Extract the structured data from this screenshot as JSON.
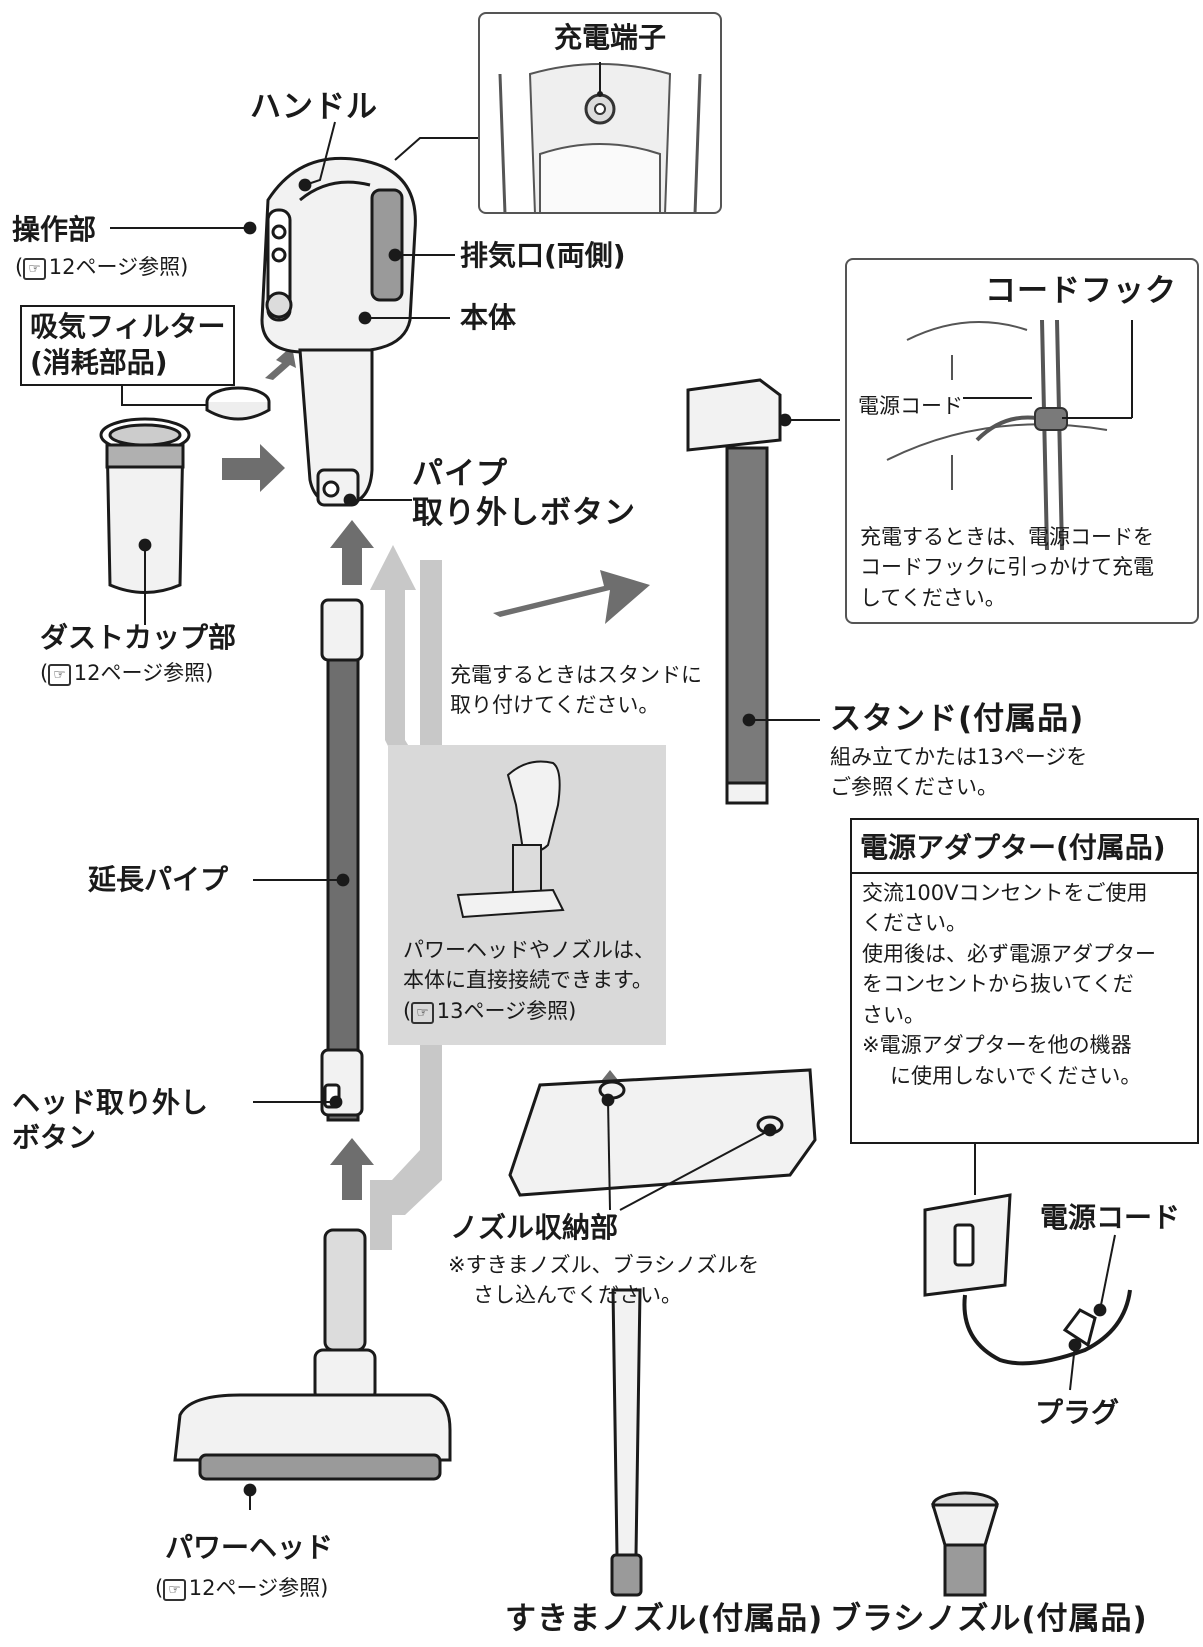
{
  "labels": {
    "charge_terminal": "充電端子",
    "handle": "ハンドル",
    "controls": "操作部",
    "controls_ref": "12ページ参照",
    "exhaust": "排気口(両側)",
    "body": "本体",
    "filter_line1": "吸気フィルター",
    "filter_line2": "(消耗部品)",
    "pipe_release_line1": "パイプ",
    "pipe_release_line2": "取り外しボタン",
    "dust_cup": "ダストカップ部",
    "dust_cup_ref": "12ページ参照",
    "extension_pipe": "延長パイプ",
    "head_release_line1": "ヘッド取り外し",
    "head_release_line2": "ボタン",
    "power_head": "パワーヘッド",
    "power_head_ref": "12ページ参照",
    "crevice_nozzle": "すきまノズル(付属品)",
    "brush_nozzle": "ブラシノズル(付属品)",
    "nozzle_storage": "ノズル収納部",
    "nozzle_storage_note_line1": "※すきまノズル、ブラシノズルを",
    "nozzle_storage_note_line2": "さし込んでください。",
    "stand": "スタンド(付属品)",
    "stand_note_line1": "組み立てかたは13ページを",
    "stand_note_line2": "ご参照ください。",
    "cord_hook": "コードフック",
    "power_cord_small": "電源コード",
    "cord_hook_note_line1": "充電するときは、電源コードを",
    "cord_hook_note_line2": "コードフックに引っかけて充電",
    "cord_hook_note_line3": "してください。",
    "charge_note_line1": "充電するときはスタンドに",
    "charge_note_line2": "取り付けてください。",
    "direct_note_line1": "パワーヘッドやノズルは、",
    "direct_note_line2": "本体に直接接続できます。",
    "direct_note_ref": "13ページ参照",
    "adapter_title": "電源アダプター(付属品)",
    "adapter_line1": "交流100Vコンセントをご使用",
    "adapter_line2": "ください。",
    "adapter_line3": "使用後は、必ず電源アダプター",
    "adapter_line4": "をコンセントから抜いてくだ",
    "adapter_line5": "さい。",
    "adapter_line6": "※電源アダプターを他の機器",
    "adapter_line7": "に使用しないでください。",
    "power_cord": "電源コード",
    "plug": "プラグ",
    "ref_icon": "☞"
  },
  "colors": {
    "line": "#1a1a1a",
    "part_fill": "#f2f2f2",
    "part_dark": "#7a7a7a",
    "arrow_dark": "#6e6e6e",
    "arrow_light": "#c8c8c8",
    "panel_gray": "#d9d9d9"
  }
}
